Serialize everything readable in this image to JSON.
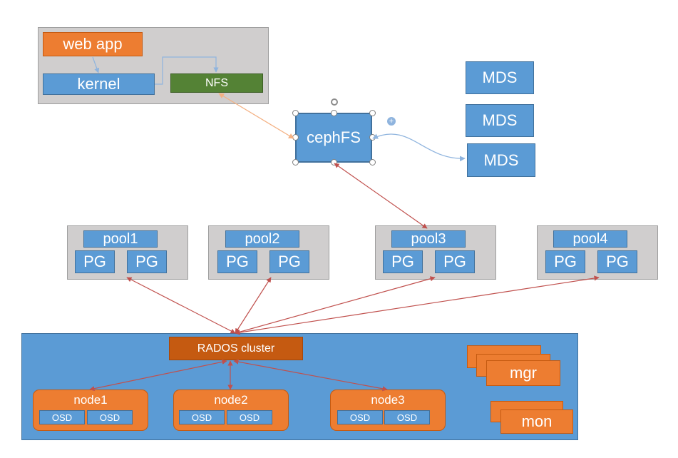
{
  "client": {
    "web_app": "web app",
    "kernel": "kernel",
    "nfs": "NFS"
  },
  "cephfs": "cephFS",
  "mds": [
    "MDS",
    "MDS",
    "MDS"
  ],
  "pools": [
    {
      "name": "pool1",
      "pgs": [
        "PG",
        "PG"
      ]
    },
    {
      "name": "pool2",
      "pgs": [
        "PG",
        "PG"
      ]
    },
    {
      "name": "pool3",
      "pgs": [
        "PG",
        "PG"
      ]
    },
    {
      "name": "pool4",
      "pgs": [
        "PG",
        "PG"
      ]
    }
  ],
  "rados": {
    "title": "RADOS cluster",
    "nodes": [
      {
        "name": "node1",
        "osds": [
          "OSD",
          "OSD"
        ]
      },
      {
        "name": "node2",
        "osds": [
          "OSD",
          "OSD"
        ]
      },
      {
        "name": "node3",
        "osds": [
          "OSD",
          "OSD"
        ]
      }
    ],
    "mgr": "mgr",
    "mon": "mon"
  },
  "colors": {
    "blue": "#5b9bd5",
    "orange": "#ed7d31",
    "dark_orange": "#c55a11",
    "green": "#548235",
    "grey": "#d0cece",
    "red_arrow": "#c0504d",
    "orange_arrow": "#f4b183",
    "blue_arrow": "#8fb4de"
  }
}
